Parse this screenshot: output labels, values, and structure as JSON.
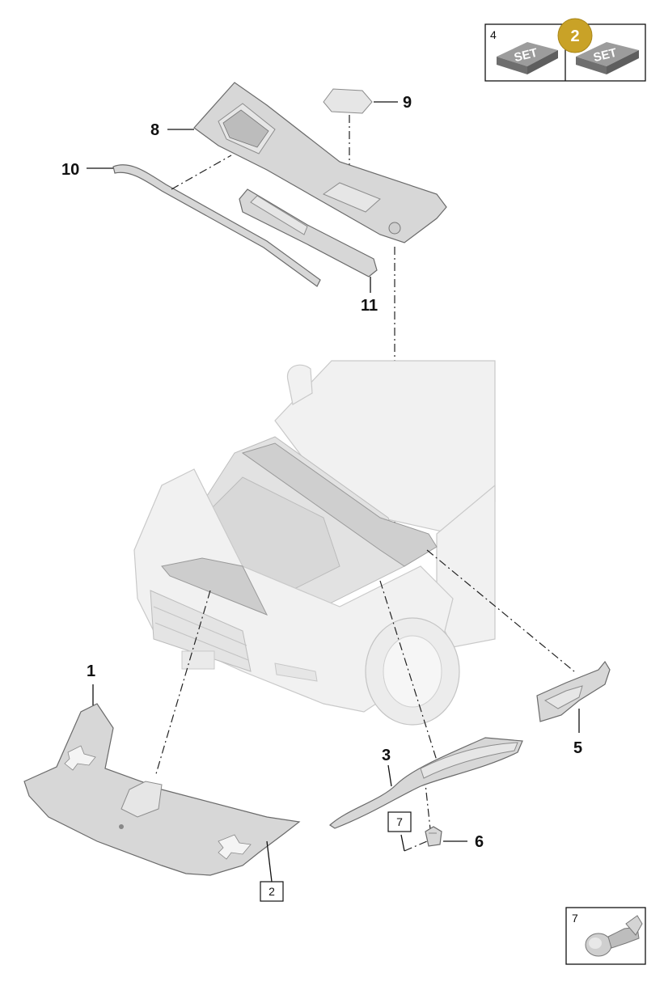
{
  "set_box": {
    "left_label": "4",
    "badge_label": "2",
    "left_tile_text": "SET",
    "right_tile_text": "SET"
  },
  "callouts": {
    "c1": "1",
    "c3": "3",
    "c5": "5",
    "c6": "6",
    "c8": "8",
    "c9": "9",
    "c10": "10",
    "c11": "11"
  },
  "boxed_refs": {
    "r2": "2",
    "r7": "7"
  },
  "clip_box": {
    "label": "7"
  },
  "colors": {
    "badge": "#c9a227",
    "part_fill": "#d7d7d7",
    "set_tile": "#7a7a7a"
  }
}
